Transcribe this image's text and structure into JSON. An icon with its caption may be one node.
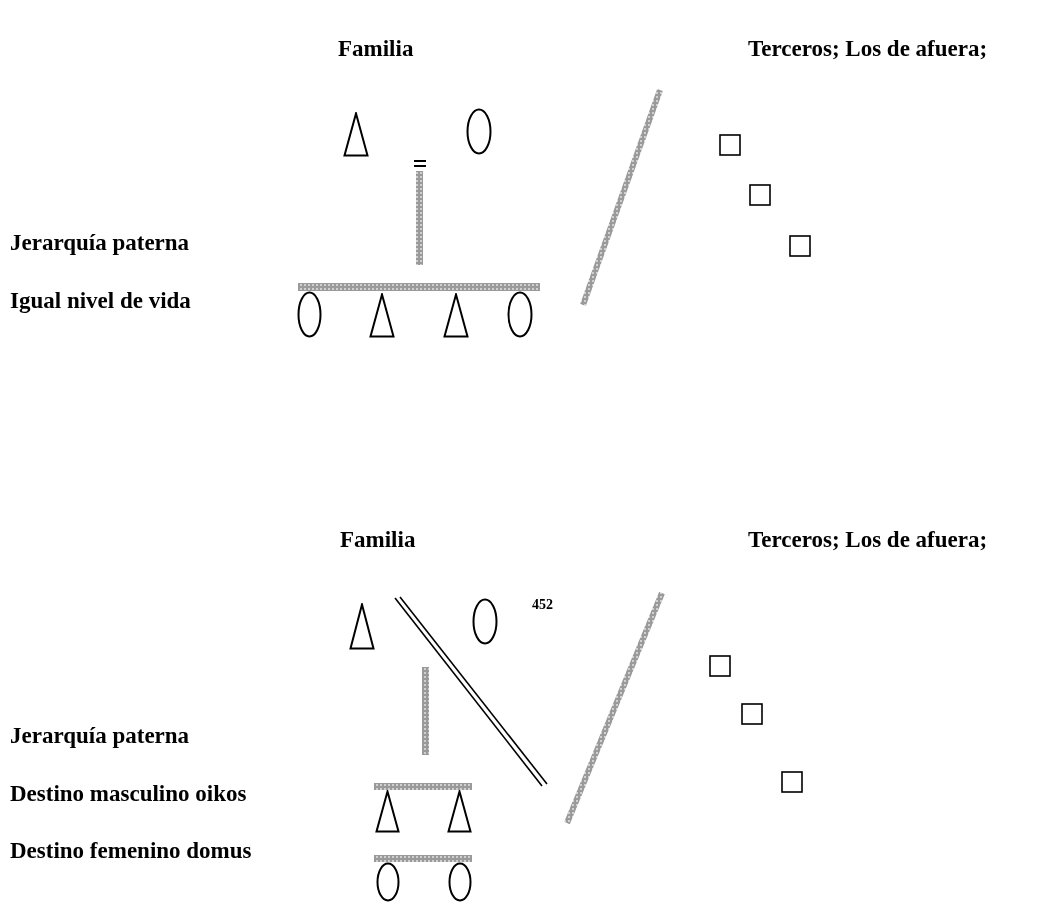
{
  "diagram": {
    "nodes": [
      {
        "text": [],
        "shape": "triangle"
      },
      {
        "text": [],
        "shape": "ellipse"
      },
      {
        "text": [],
        "shape": "box"
      },
      {
        "text": [],
        "shape": "box"
      },
      {
        "text": [],
        "shape": "box"
      },
      {
        "text": [],
        "shape": "ellipse"
      },
      {
        "text": [],
        "shape": "triangle"
      },
      {
        "text": [],
        "shape": "triangle"
      },
      {
        "text": [],
        "shape": "ellipse"
      },
      {
        "text": [],
        "shape": "triangle"
      },
      {
        "text": [],
        "shape": "ellipse"
      },
      {
        "text": [],
        "shape": "box"
      },
      {
        "text": [],
        "shape": "box"
      },
      {
        "text": [],
        "shape": "box"
      },
      {
        "text": [],
        "shape": "triangle"
      },
      {
        "text": [],
        "shape": "triangle"
      },
      {
        "text": [],
        "shape": "ellipse"
      },
      {
        "text": [],
        "shape": "ellipse"
      }
    ],
    "labels": [
      "Familia",
      "Terceros; Los de afuera;",
      "Jerarquía paterna",
      "Igual nivel de vida",
      "Familia",
      "Terceros; Los de afuera;",
      "452",
      "Jerarquía paterna",
      "Destino masculino oikos",
      "Destino femenino domus"
    ]
  }
}
